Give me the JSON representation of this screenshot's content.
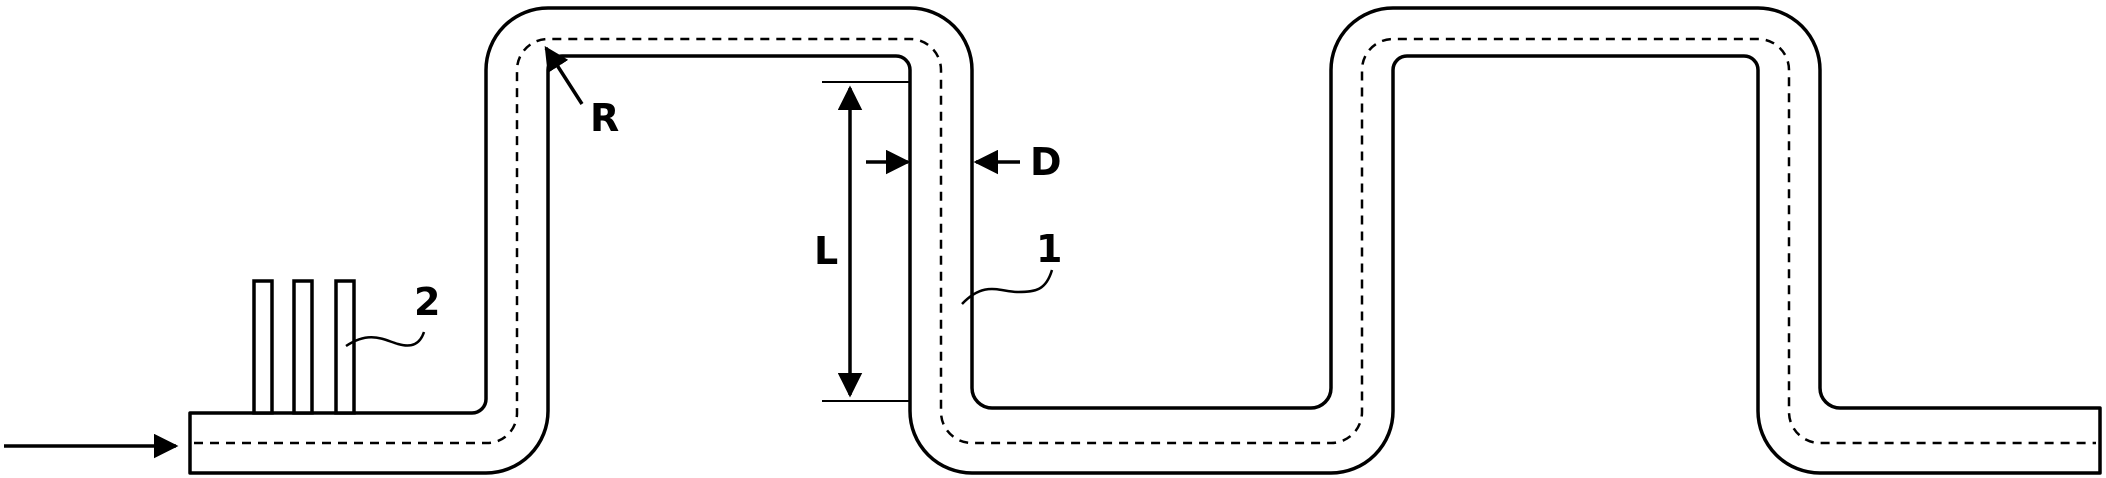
{
  "labels": {
    "radius": "R",
    "diameter": "D",
    "length": "L",
    "tube_number": "1",
    "nozzle_number": "2"
  },
  "colors": {
    "line": "#000000",
    "background": "#ffffff"
  },
  "icons": {
    "inlet_arrow": "arrow-right-icon"
  }
}
